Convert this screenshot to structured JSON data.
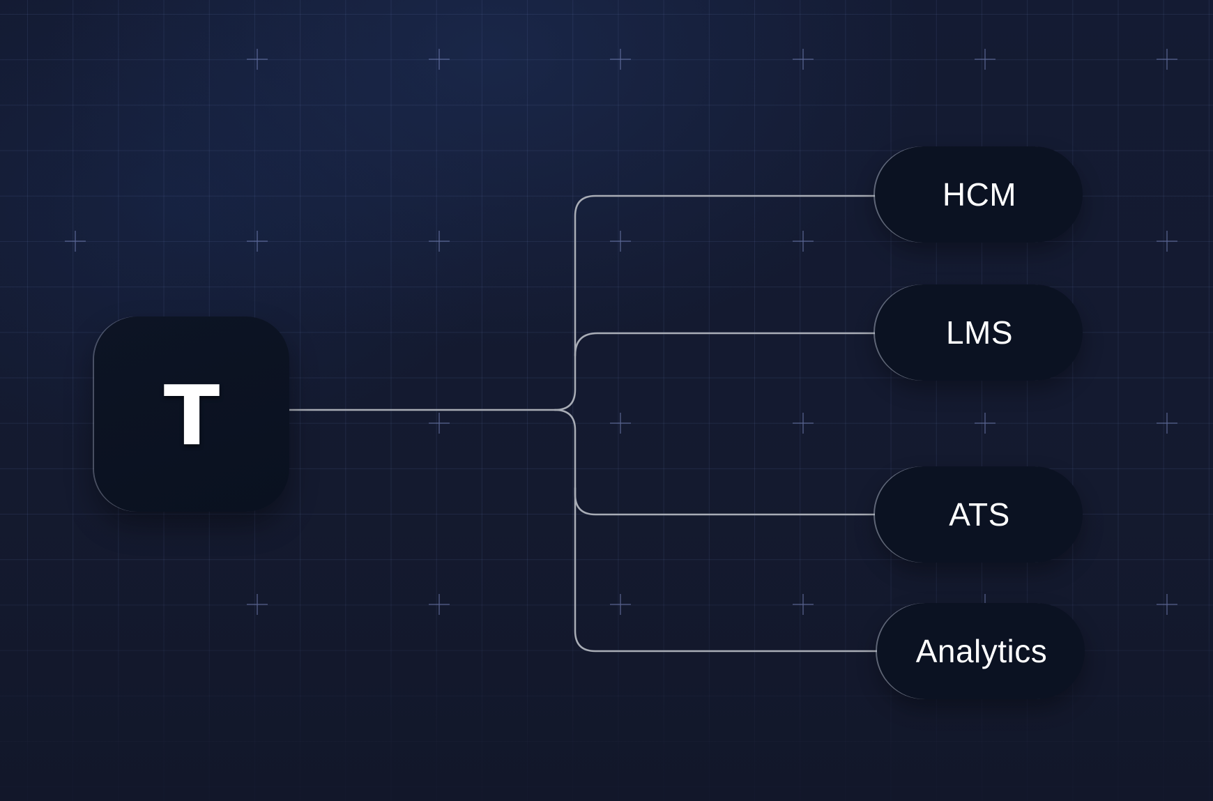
{
  "diagram": {
    "source": {
      "label": "T"
    },
    "targets": [
      {
        "label": "HCM"
      },
      {
        "label": "LMS"
      },
      {
        "label": "ATS"
      },
      {
        "label": "Analytics"
      }
    ]
  },
  "colors": {
    "background": "#141a2e",
    "node_fill": "#0b1222",
    "connector": "#a9adb6",
    "text": "#ffffff"
  }
}
